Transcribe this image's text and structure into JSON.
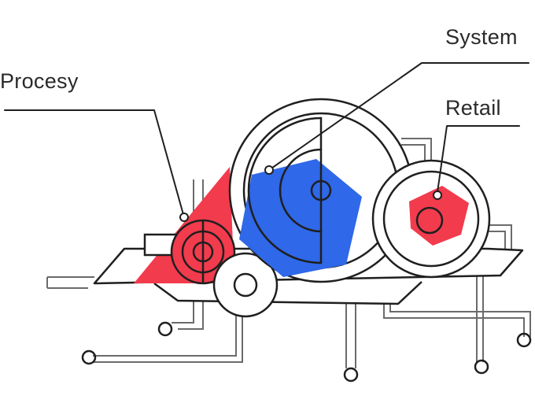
{
  "labels": {
    "procesy": "Procesy",
    "system": "System",
    "retail": "Retail"
  },
  "colors": {
    "red": "#f23b4d",
    "blue": "#2f68e8",
    "ink": "#1f1f1f",
    "wire": "#6b6b6b"
  }
}
